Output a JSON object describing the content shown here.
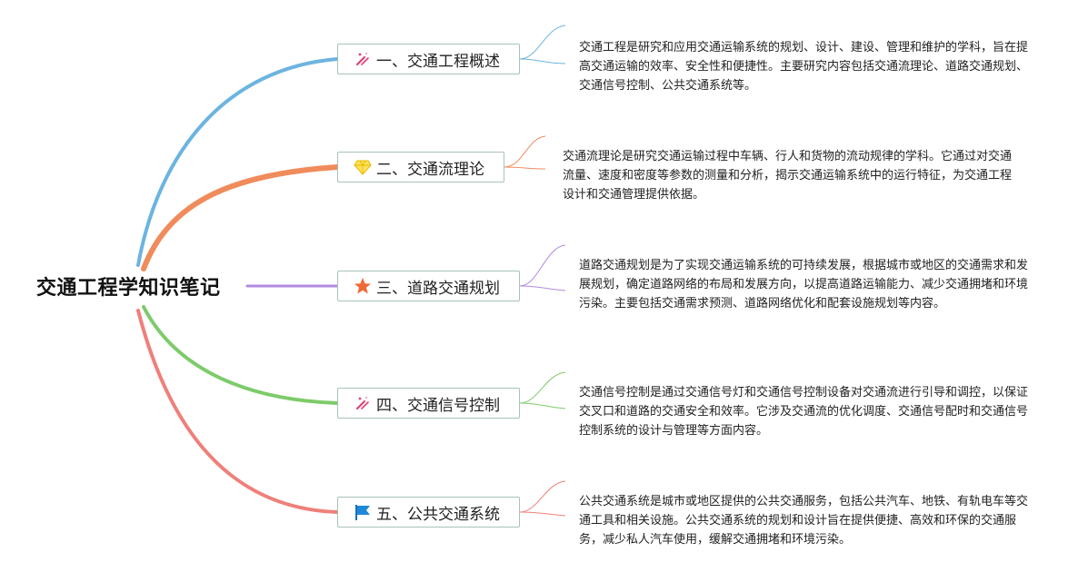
{
  "root": {
    "title": "交通工程学知识笔记"
  },
  "branches": [
    {
      "label": "一、交通工程概述",
      "icon": "tools-icon",
      "color": "#6cb4e0",
      "description": "交通工程是研究和应用交通运输系统的规划、设计、建设、管理和维护的学科，旨在提高交通运输的效率、安全性和便捷性。主要研究内容包括交通流理论、道路交通规划、交通信号控制、公共交通系统等。"
    },
    {
      "label": "二、交通流理论",
      "icon": "gem-icon",
      "color": "#f08b5b",
      "description": "交通流理论是研究交通运输过程中车辆、行人和货物的流动规律的学科。它通过对交通流量、速度和密度等参数的测量和分析，揭示交通运输系统中的运行特征，为交通工程设计和交通管理提供依据。"
    },
    {
      "label": "三、道路交通规划",
      "icon": "star-icon",
      "color": "#b28be0",
      "description": "道路交通规划是为了实现交通运输系统的可持续发展，根据城市或地区的交通需求和发展规划，确定道路网络的布局和发展方向，以提高道路运输能力、减少交通拥堵和环境污染。主要包括交通需求预测、道路网络优化和配套设施规划等内容。"
    },
    {
      "label": "四、交通信号控制",
      "icon": "tools-icon",
      "color": "#7dcb6a",
      "description": "交通信号控制是通过交通信号灯和交通信号控制设备对交通流进行引导和调控，以保证交叉口和道路的交通安全和效率。它涉及交通流的优化调度、交通信号配时和交通信号控制系统的设计与管理等方面内容。"
    },
    {
      "label": "五、公共交通系统",
      "icon": "flag-icon",
      "color": "#ef7f7a",
      "description": "公共交通系统是城市或地区提供的公共交通服务，包括公共汽车、地铁、有轨电车等交通工具和相关设施。公共交通系统的规划和设计旨在提供便捷、高效和环保的交通服务，减少私人汽车使用，缓解交通拥堵和环境污染。"
    }
  ]
}
